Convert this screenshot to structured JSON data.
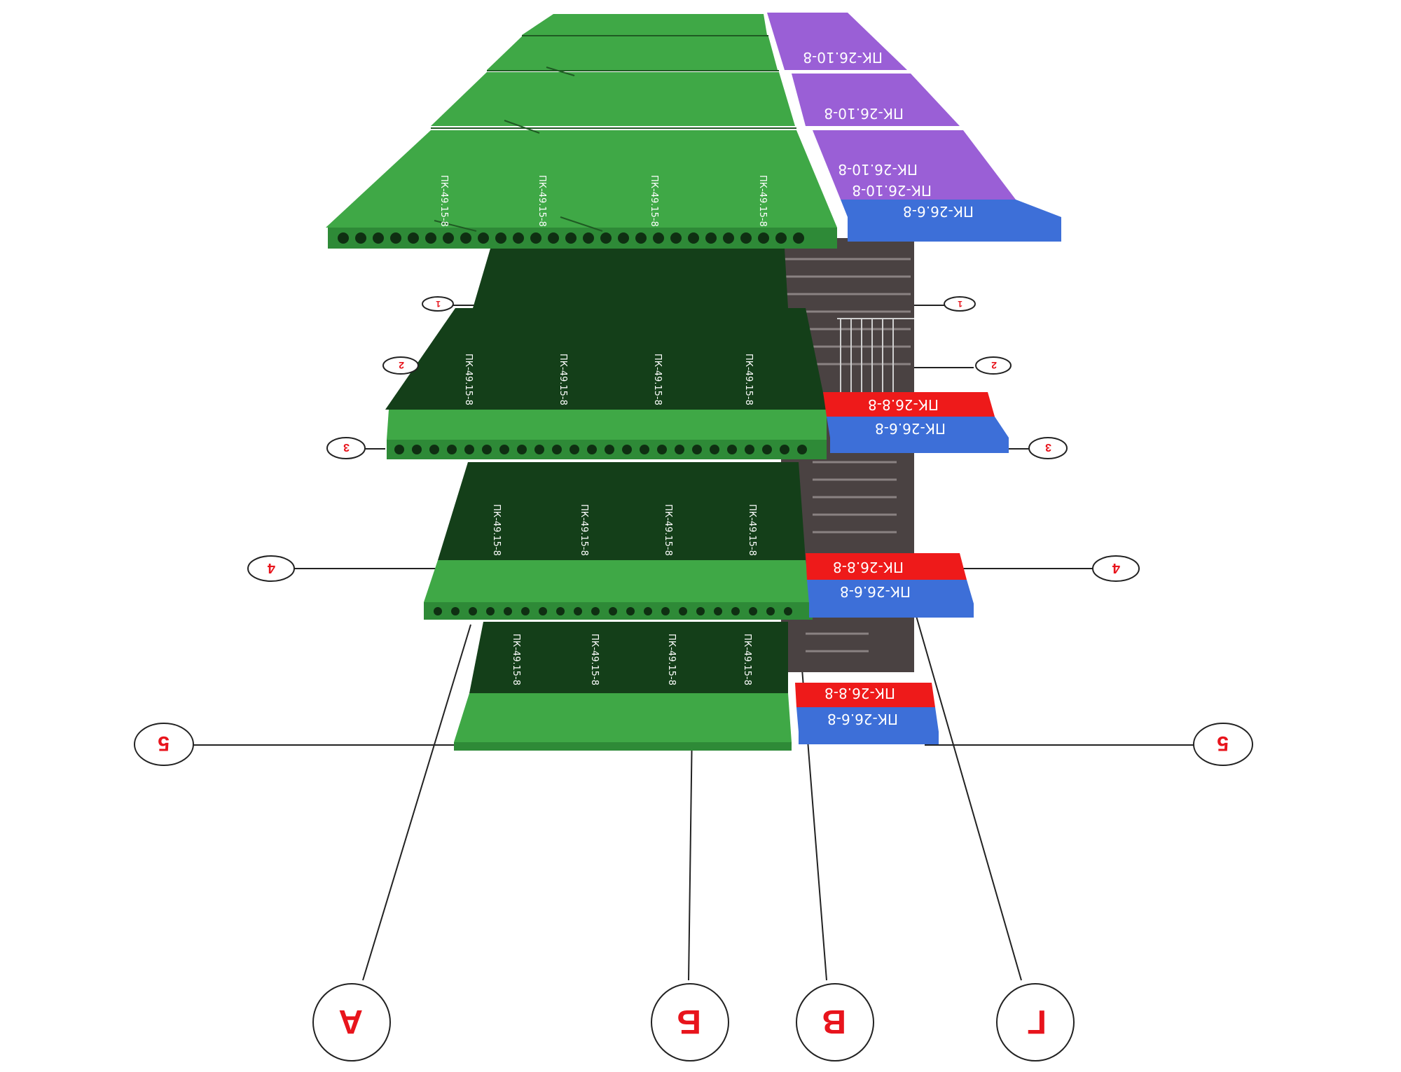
{
  "colors": {
    "green_top": "#3fa846",
    "green_dark": "#143f19",
    "green_edge": "#2e8a37",
    "purple": "#9a5fd6",
    "blue": "#3d6fd8",
    "red": "#ee1a1a",
    "axis_red": "#e8141c",
    "stair": "#5a5252"
  },
  "axis_bubbles": {
    "a": "А",
    "b": "Б",
    "v": "В",
    "g": "Г"
  },
  "level_bubbles": {
    "l1": "1",
    "l2": "2",
    "l3": "3",
    "l4": "4",
    "l5": "5"
  },
  "slab_marks": {
    "pk": "ПК-49.15-8",
    "pk26_6": "ПК-26.6-8",
    "pk26_8": "ПК-26.8-8",
    "pk26_10": "ПК-26.10-8"
  }
}
